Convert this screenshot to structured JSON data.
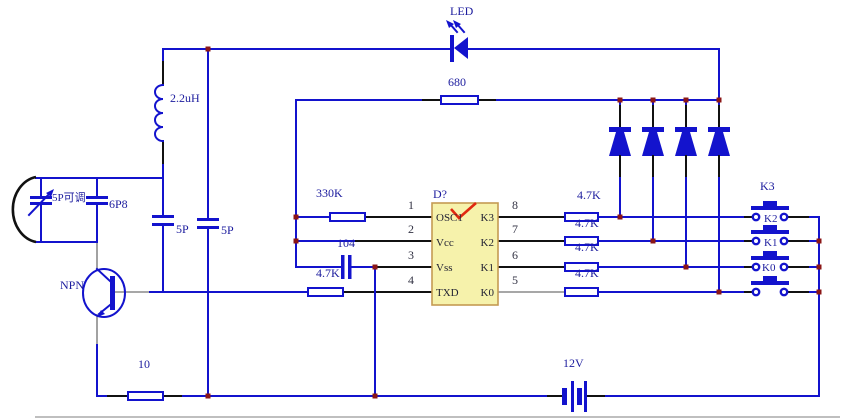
{
  "diagram": {
    "led": {
      "label": "LED",
      "resistor": "680"
    },
    "tank": {
      "inductor": "2.2uH",
      "varcap": "5P可调",
      "cap": "6P8",
      "cap5p_1": "5P",
      "cap5p_2": "5P"
    },
    "transistor": {
      "label": "NPN",
      "emitter_resistor": "10"
    },
    "battery": {
      "label": "12V"
    },
    "ic": {
      "designator": "D?",
      "pins_left": [
        {
          "num": "1",
          "name": "OSC1"
        },
        {
          "num": "2",
          "name": "Vcc"
        },
        {
          "num": "3",
          "name": "Vss"
        },
        {
          "num": "4",
          "name": "TXD"
        }
      ],
      "pins_right": [
        {
          "num": "8",
          "name": "K3"
        },
        {
          "num": "7",
          "name": "K2"
        },
        {
          "num": "6",
          "name": "K1"
        },
        {
          "num": "5",
          "name": "K0"
        }
      ]
    },
    "left_parts": {
      "r_osc": "330K",
      "cap": "104",
      "r_txd": "4.7K"
    },
    "pullups": {
      "top": "4.7K",
      "overlays": [
        "4.7K",
        "4.7K",
        "4.7K"
      ]
    },
    "keys": {
      "top": "K3",
      "overlays": [
        "K2",
        "K1",
        "K0"
      ]
    },
    "colors": {
      "wire": "#1313cd",
      "lead": "#111111",
      "junction": "#8b1616",
      "ic_fill": "#f6f2ab",
      "ic_border": "#c49a52",
      "check": "#e02810"
    }
  }
}
